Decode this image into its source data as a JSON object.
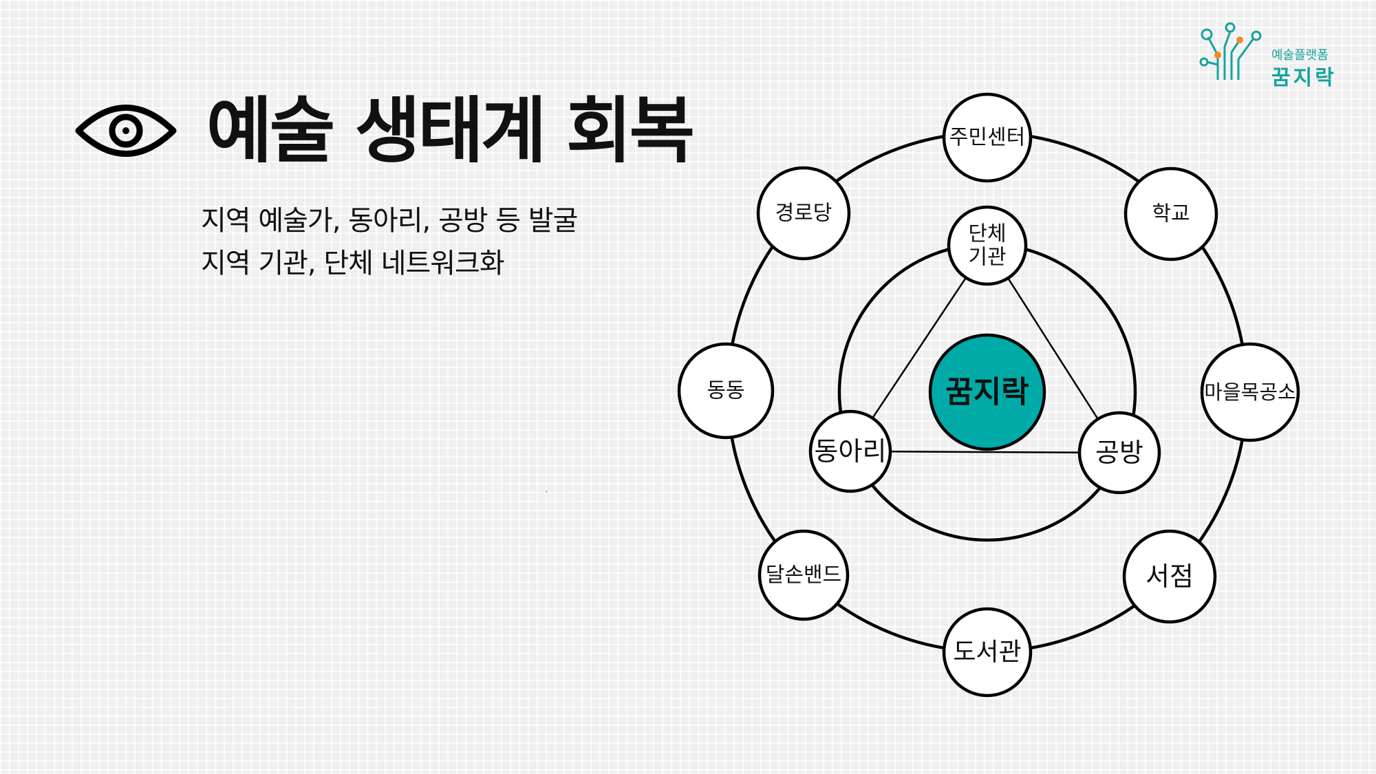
{
  "title": "예술 생태계 회복",
  "bullets": [
    "지역 예술가, 동아리, 공방 등 발굴",
    "지역 기관, 단체 네트워크화"
  ],
  "logo": {
    "subtitle": "예술플랫폼",
    "name": "꿈지락"
  },
  "colors": {
    "accent": "#00aaa6",
    "logo": "#16a39b",
    "stroke": "#000000"
  },
  "diagram": {
    "center": "꿈지락",
    "inner": [
      {
        "id": "danche",
        "lines": [
          "단체",
          "기관"
        ]
      },
      {
        "id": "dongari",
        "lines": [
          "동아리"
        ]
      },
      {
        "id": "gongbang",
        "lines": [
          "공방"
        ]
      }
    ],
    "outer": [
      {
        "id": "jumin",
        "lines": [
          "주민센터"
        ]
      },
      {
        "id": "school",
        "lines": [
          "학교"
        ]
      },
      {
        "id": "village",
        "lines": [
          "마을목공소"
        ]
      },
      {
        "id": "bookstore",
        "lines": [
          "서점"
        ]
      },
      {
        "id": "library",
        "lines": [
          "도서관"
        ]
      },
      {
        "id": "band",
        "lines": [
          "달손밴드"
        ]
      },
      {
        "id": "dongdong",
        "lines": [
          "동동"
        ]
      },
      {
        "id": "seniors",
        "lines": [
          "경로당"
        ]
      }
    ]
  }
}
